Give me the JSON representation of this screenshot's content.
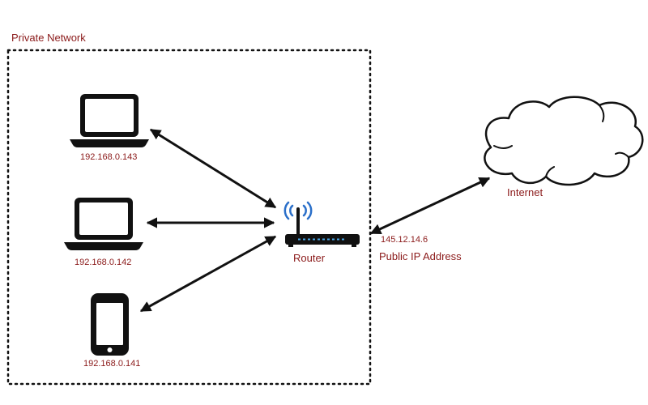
{
  "network": {
    "title": "Private Network"
  },
  "devices": {
    "laptop_top": {
      "ip": "192.168.0.143"
    },
    "laptop_middle": {
      "ip": "192.168.0.142"
    },
    "phone": {
      "ip": "192.168.0.141"
    }
  },
  "router": {
    "label": "Router",
    "public_ip": "145.12.14.6",
    "public_ip_label": "Public IP Address"
  },
  "internet": {
    "label": "Internet"
  },
  "colors": {
    "text": "#8b1a1a",
    "line": "#111111",
    "wifi": "#2a6fc9"
  }
}
